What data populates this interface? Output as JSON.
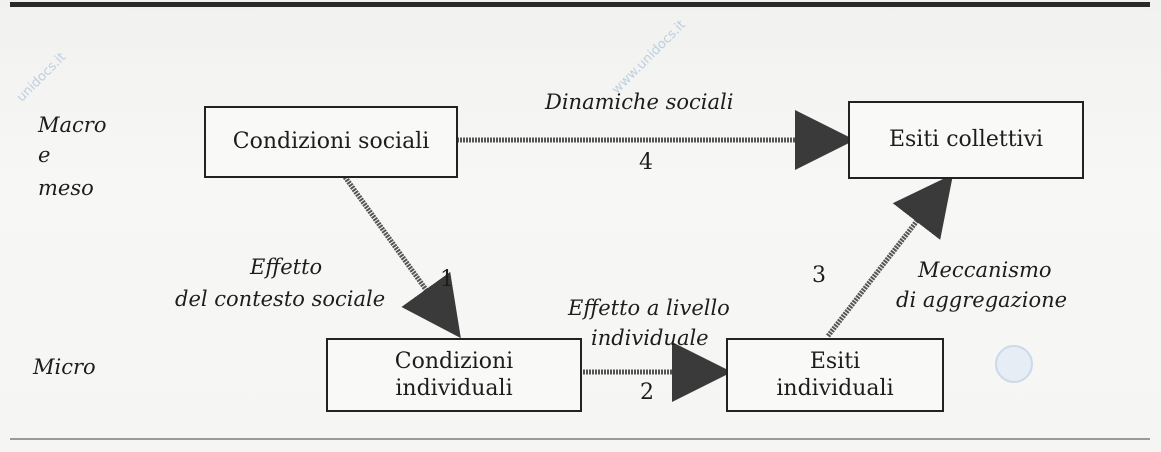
{
  "levels": {
    "macro_line1": "Macro",
    "macro_line2": "e",
    "macro_line3": "meso",
    "micro": "Micro"
  },
  "boxes": {
    "social_conditions": "Condizioni sociali",
    "collective_outcomes": "Esiti collettivi",
    "individual_conditions_line1": "Condizioni",
    "individual_conditions_line2": "individuali",
    "individual_outcomes_line1": "Esiti",
    "individual_outcomes_line2": "individuali"
  },
  "arrows": {
    "social_dynamics": {
      "label": "Dinamiche sociali",
      "number": "4"
    },
    "context_effect": {
      "label_line1": "Effetto",
      "label_line2": "del contesto sociale",
      "number": "1"
    },
    "individual_effect": {
      "label_line1": "Effetto a livello",
      "label_line2": "individuale",
      "number": "2"
    },
    "aggregation": {
      "label_line1": "Meccanismo",
      "label_line2": "di aggregazione",
      "number": "3"
    }
  },
  "watermarks": {
    "text1": "unidocs.it",
    "text2": "www.unidocs.it"
  }
}
